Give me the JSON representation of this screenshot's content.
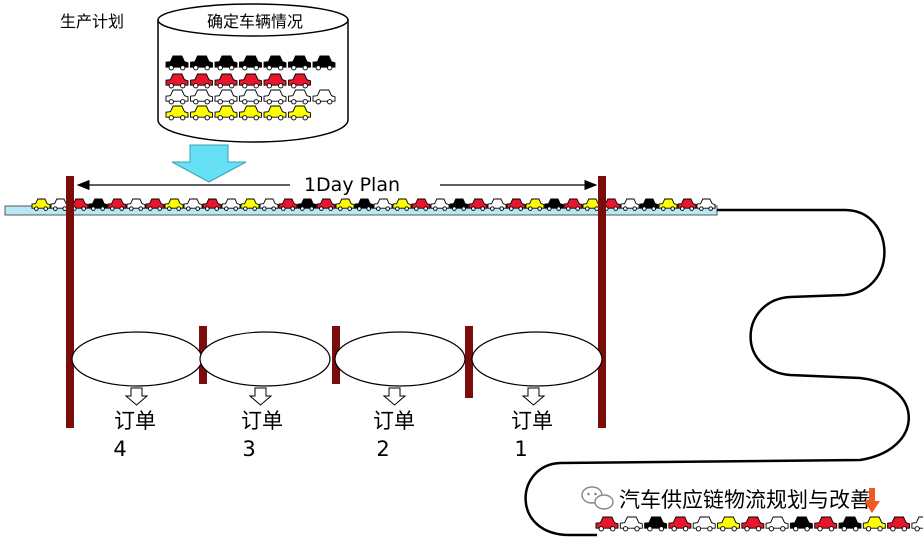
{
  "header": {
    "production_plan_label": "生产计划",
    "drum_title": "确定车辆情况"
  },
  "plan": {
    "label": "1Day Plan"
  },
  "orders": [
    {
      "label": "订单",
      "number": "4"
    },
    {
      "label": "订单",
      "number": "3"
    },
    {
      "label": "订单",
      "number": "2"
    },
    {
      "label": "订单",
      "number": "1"
    }
  ],
  "watermark": {
    "text": "汽车供应链物流规划与改善"
  },
  "colors": {
    "black": "#000000",
    "red": "#e8162c",
    "white": "#ffffff",
    "yellow": "#ffff00",
    "post": "#7a0c0c",
    "arrow": "#66e0f5",
    "pointer": "#f05a1e"
  },
  "drum_rows": [
    [
      "black",
      "black",
      "black",
      "black",
      "black",
      "black",
      "black"
    ],
    [
      "red",
      "red",
      "red",
      "red",
      "red",
      "red"
    ],
    [
      "white",
      "white",
      "white",
      "white",
      "white",
      "white",
      "white"
    ],
    [
      "yellow",
      "yellow",
      "yellow",
      "yellow",
      "yellow",
      "yellow"
    ]
  ],
  "line_sequence": [
    "yellow",
    "white",
    "red",
    "black",
    "red",
    "white",
    "red",
    "yellow",
    "white",
    "red",
    "white",
    "yellow",
    "white",
    "red",
    "black",
    "red",
    "yellow",
    "black",
    "white",
    "yellow",
    "red",
    "white",
    "black",
    "red",
    "white",
    "red",
    "yellow",
    "black",
    "red",
    "yellow",
    "red",
    "white",
    "black",
    "yellow",
    "red",
    "white"
  ],
  "bottom_sequence": [
    "red",
    "white",
    "black",
    "red",
    "white",
    "yellow",
    "red",
    "white",
    "black",
    "red",
    "black",
    "yellow",
    "red",
    "white"
  ]
}
